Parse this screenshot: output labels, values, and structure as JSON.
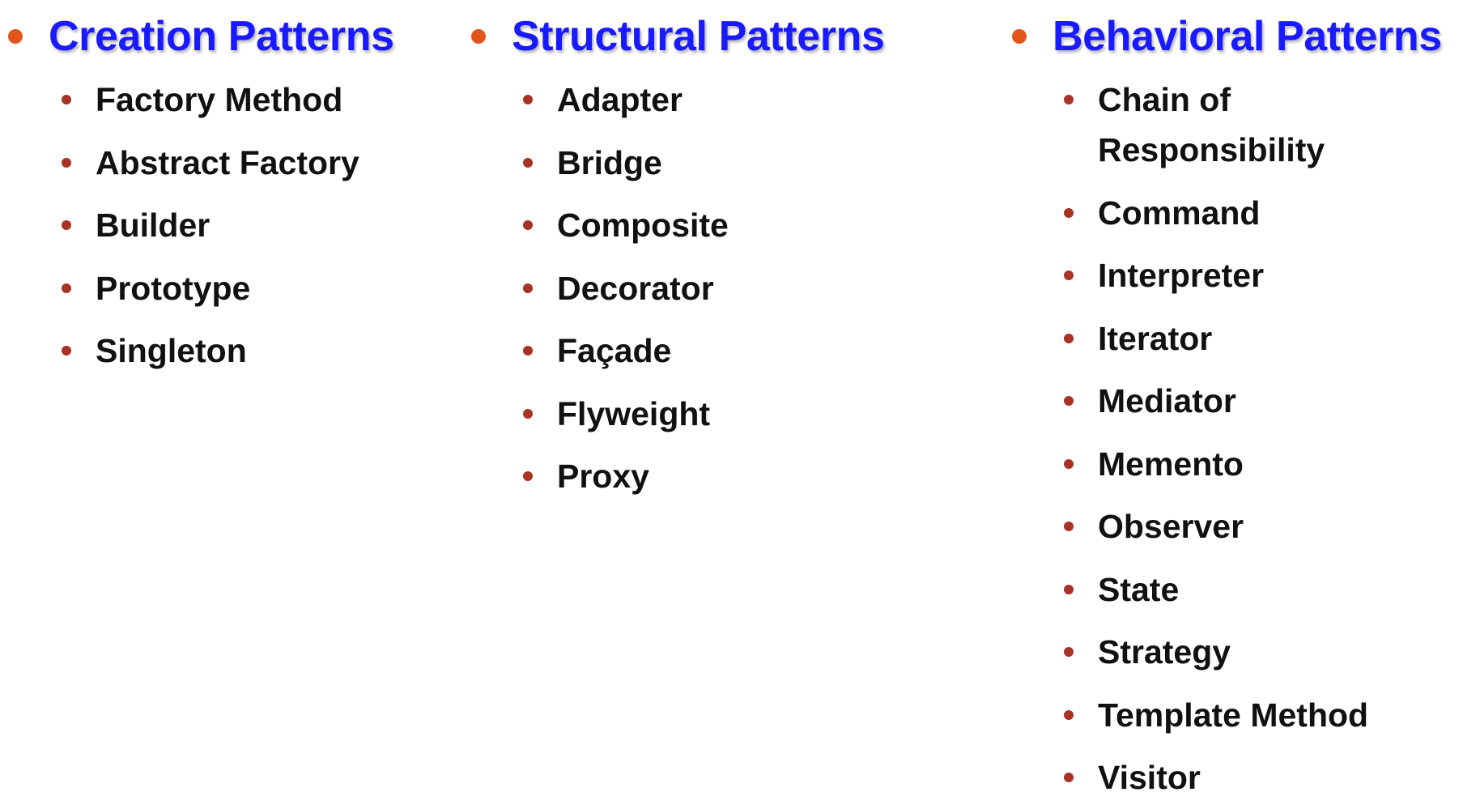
{
  "colors": {
    "heading": "#1a1aff",
    "heading_bullet": "#e0561c",
    "item_bullet": "#a83224",
    "item_text": "#111111"
  },
  "columns": [
    {
      "heading": "Creation Patterns",
      "items": [
        "Factory Method",
        "Abstract Factory",
        "Builder",
        "Prototype",
        "Singleton"
      ]
    },
    {
      "heading": "Structural Patterns",
      "items": [
        "Adapter",
        "Bridge",
        "Composite",
        "Decorator",
        "Façade",
        "Flyweight",
        "Proxy"
      ]
    },
    {
      "heading": "Behavioral Patterns",
      "items": [
        "Chain of Responsibility",
        "Command",
        "Interpreter",
        "Iterator",
        "Mediator",
        "Memento",
        "Observer",
        "State",
        "Strategy",
        "Template Method",
        "Visitor"
      ]
    }
  ]
}
